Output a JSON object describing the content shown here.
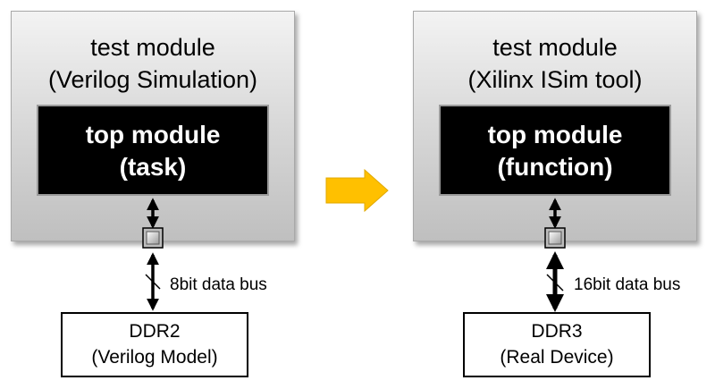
{
  "left": {
    "test_module": [
      "test module",
      "(Verilog Simulation)"
    ],
    "top_module": [
      "top module",
      "(task)"
    ],
    "bus_label": "8bit data bus",
    "memory": [
      "DDR2",
      "(Verilog Model)"
    ]
  },
  "right": {
    "test_module": [
      "test module",
      "(Xilinx ISim tool)"
    ],
    "top_module": [
      "top module",
      "(function)"
    ],
    "bus_label": "16bit data bus",
    "memory": [
      "DDR3",
      "(Real Device)"
    ]
  },
  "colors": {
    "transition_arrow": "#ffc000",
    "top_module_fill": "#000000",
    "panel_gradient_top": "#f3f3f3",
    "panel_gradient_bottom": "#bfbfbf"
  }
}
